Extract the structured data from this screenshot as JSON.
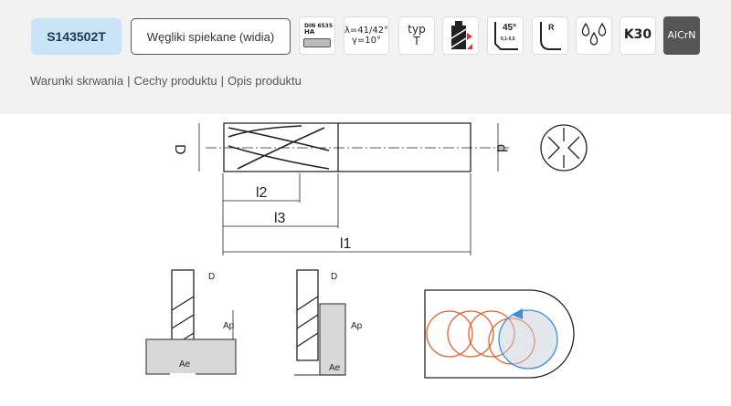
{
  "header": {
    "code": "S143502T",
    "material": "Węgliki spiekane (widia)"
  },
  "icons": [
    {
      "name": "din-6535-ha-icon",
      "line1": "DIN 6535",
      "line2": "HA"
    },
    {
      "name": "helix-angle-icon",
      "line1": "λ=41/42°",
      "line2": "γ=10°"
    },
    {
      "name": "type-icon",
      "line1": "typ",
      "line2": "T"
    },
    {
      "name": "cutting-direction-icon"
    },
    {
      "name": "chamfer-icon",
      "line1": "45°",
      "line2": "0,1-0,5"
    },
    {
      "name": "radius-icon",
      "line1": "R"
    },
    {
      "name": "coolant-icon"
    },
    {
      "name": "grade-icon",
      "line1": "K30"
    },
    {
      "name": "coating-icon",
      "line1": "AlCrN"
    }
  ],
  "links": [
    "Warunki skrwania",
    "Cechy produktu",
    "Opis produktu"
  ],
  "separator": "|",
  "drawing": {
    "D": "D",
    "d": "d",
    "l2": "l2",
    "l3": "l3",
    "l1": "l1",
    "D2": "D",
    "Ap": "Ap",
    "Ae": "Ae",
    "D3": "D",
    "Ap2": "Ap",
    "Ae2": "Ae"
  },
  "colors": {
    "code_bg": "#c9e4f6",
    "coating_bg": "#555555",
    "orange": "#e8602a",
    "blue": "#3b8fd9"
  }
}
